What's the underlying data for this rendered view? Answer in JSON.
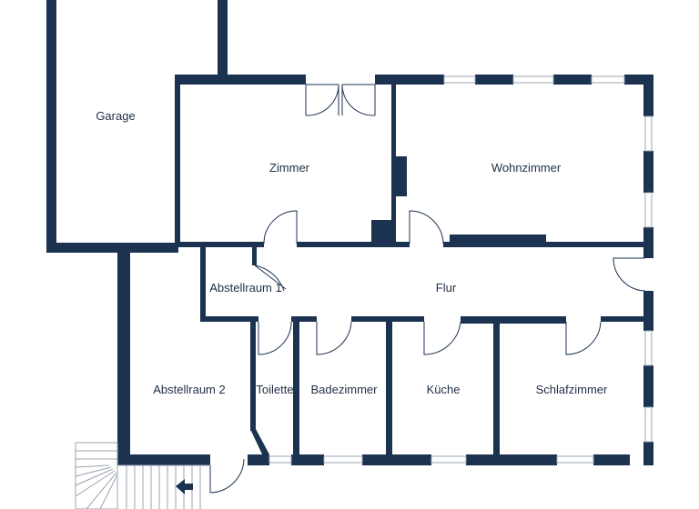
{
  "floorplan": {
    "wall_color": "#1b3350",
    "background": "#ffffff",
    "rooms": {
      "garage": "Garage",
      "zimmer": "Zimmer",
      "wohnzimmer": "Wohnzimmer",
      "abstellraum1": "Abstellraum 1",
      "flur": "Flur",
      "abstellraum2": "Abstellraum 2",
      "toilette": "Toilette",
      "badezimmer": "Badezimmer",
      "kueche": "Küche",
      "schlafzimmer": "Schlafzimmer"
    },
    "entrance_icon": "arrow-left-icon"
  }
}
